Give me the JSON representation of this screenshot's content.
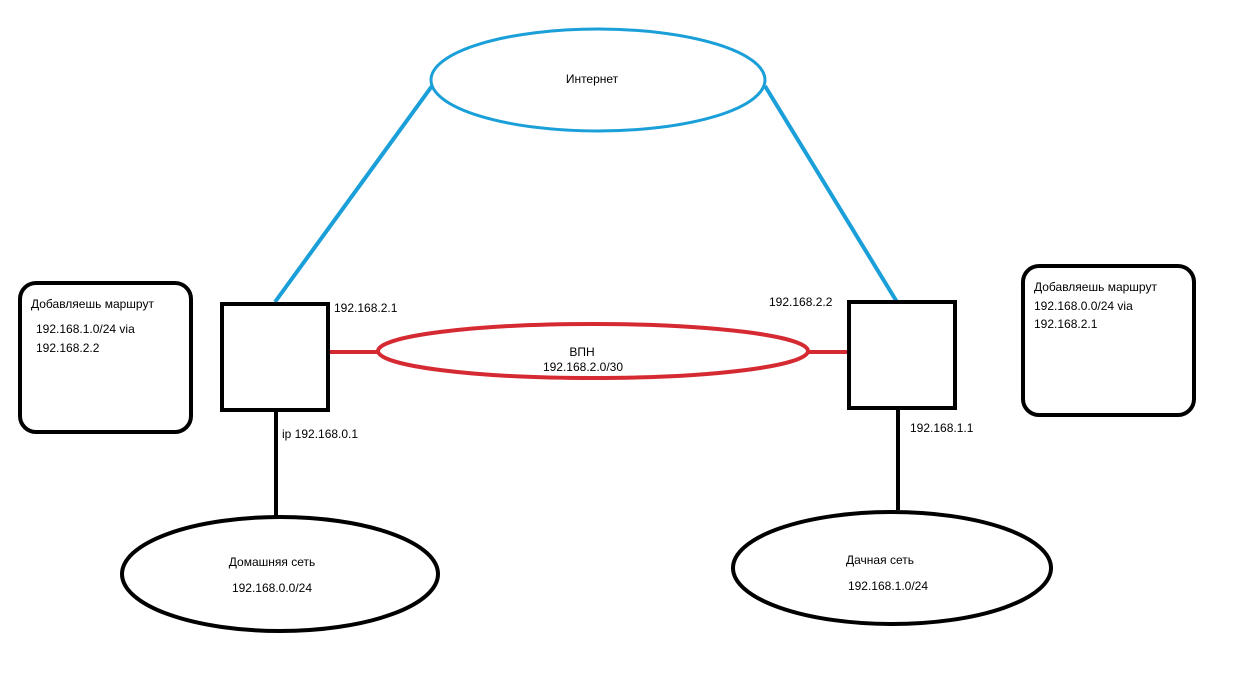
{
  "colors": {
    "internet": "#1a9fd9",
    "vpn": "#d62a33",
    "ink": "#000000",
    "background": "#ffffff"
  },
  "internet": {
    "label": "Интернет"
  },
  "vpn": {
    "label": "ВПН",
    "subnet": "192.168.2.0/30"
  },
  "router_left": {
    "vpn_ip": "192.168.2.1",
    "lan_ip": "ip 192.168.0.1"
  },
  "router_right": {
    "vpn_ip": "192.168.2.2",
    "lan_ip": "192.168.1.1"
  },
  "network_home": {
    "label": "Домашняя сеть",
    "subnet": "192.168.0.0/24"
  },
  "network_dacha": {
    "label": "Дачная сеть",
    "subnet": "192.168.1.0/24"
  },
  "note_left": {
    "title": "Добавляешь маршрут",
    "line1": "192.168.1.0/24 via",
    "line2": "192.168.2.2"
  },
  "note_right": {
    "title": "Добавляешь маршрут",
    "line1": "192.168.0.0/24 via",
    "line2": "192.168.2.1"
  }
}
